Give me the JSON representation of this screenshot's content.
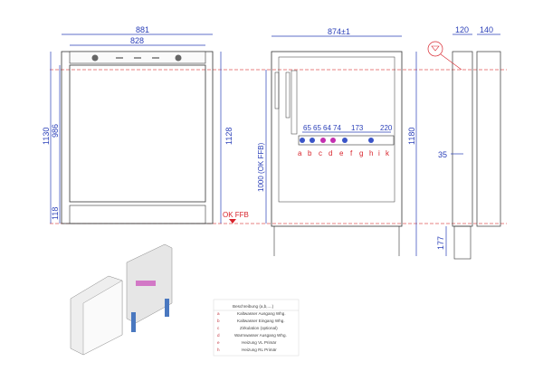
{
  "front_view": {
    "width_outer": "881",
    "width_inner": "828",
    "height_total": "1130",
    "height_door": "986",
    "height_plinth": "118",
    "height_inner": "1128",
    "floor_label": "OK FFB"
  },
  "open_view": {
    "width": "874±1",
    "height_floor": "1000 (OK FFB)",
    "height_total": "1180",
    "spacings": [
      "65",
      "65",
      "64",
      "74",
      "173",
      "220"
    ],
    "outlet_labels": [
      "a",
      "b",
      "c",
      "d",
      "e",
      "f",
      "g",
      "h",
      "i",
      "k"
    ]
  },
  "side_view": {
    "depth_1": "120",
    "depth_2": "140",
    "offset": "35",
    "floor_gap": "177"
  },
  "legend_table": {
    "header": "Beschreibung (a,b,....)",
    "rows": [
      {
        "key": "a",
        "text": "Kaltwasser Ausgang Whg."
      },
      {
        "key": "b",
        "text": "Kaltwasser Eingang Whg."
      },
      {
        "key": "c",
        "text": "Zirkulation (optional)"
      },
      {
        "key": "d",
        "text": "Warmwasser Ausgang Whg."
      },
      {
        "key": "e",
        "text": "Heizung VL Primär"
      },
      {
        "key": "h",
        "text": "Heizung RL Primär"
      }
    ]
  },
  "colors": {
    "dimension": "#2a3fb8",
    "reference": "#d8242c",
    "line": "#333333"
  }
}
